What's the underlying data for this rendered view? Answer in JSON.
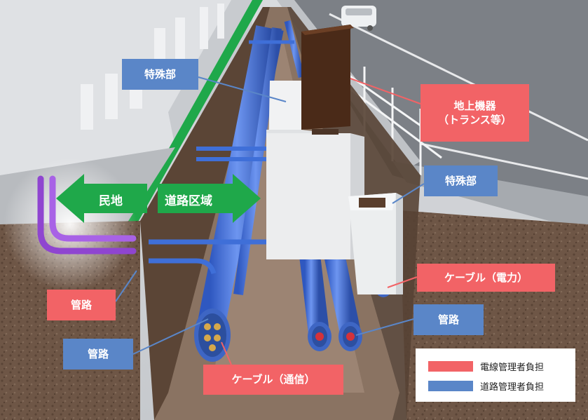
{
  "labels": {
    "tokushubu_top": "特殊部",
    "chijo_kiki": "地上機器\n（トランス等）",
    "tokushubu_right": "特殊部",
    "cable_denryoku": "ケーブル（電力）",
    "kanro_right": "管路",
    "kanro_left_bottom": "管路",
    "kanro_center": "管路",
    "cable_tsushin": "ケーブル（通信）"
  },
  "arrows": {
    "minchi": "民地",
    "doro_kuiki": "道路区域"
  },
  "legend": {
    "items": [
      {
        "label": "電線管理者負担",
        "color": "#f26366"
      },
      {
        "label": "道路管理者負担",
        "color": "#5a86c8"
      }
    ]
  },
  "colors": {
    "label_blue": "#5a86c8",
    "label_red": "#f26366",
    "arrow_green": "#1fa84a",
    "pipe_blue": "#3f6fd8",
    "pipe_purple": "#9a4fd6",
    "soil": "#6b5443",
    "transformer_brown": "#4a2a18"
  }
}
